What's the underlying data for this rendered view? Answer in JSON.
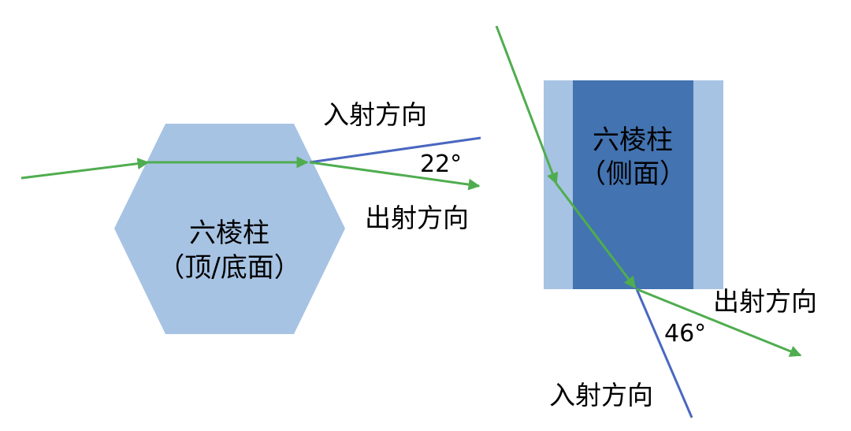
{
  "colors": {
    "prism_light": "#a7c3e3",
    "prism_dark": "#4373b0",
    "ray_green": "#4fad4f",
    "ray_blue": "#4a67c0"
  },
  "left_figure": {
    "prism_line1": "六棱柱",
    "prism_line2": "（顶/底面）",
    "incident_label": "入射方向",
    "exit_label": "出射方向",
    "angle_label": "22°"
  },
  "right_figure": {
    "prism_line1": "六棱柱",
    "prism_line2": "（侧面）",
    "exit_label": "出射方向",
    "incident_label": "入射方向",
    "angle_label": "46°"
  }
}
